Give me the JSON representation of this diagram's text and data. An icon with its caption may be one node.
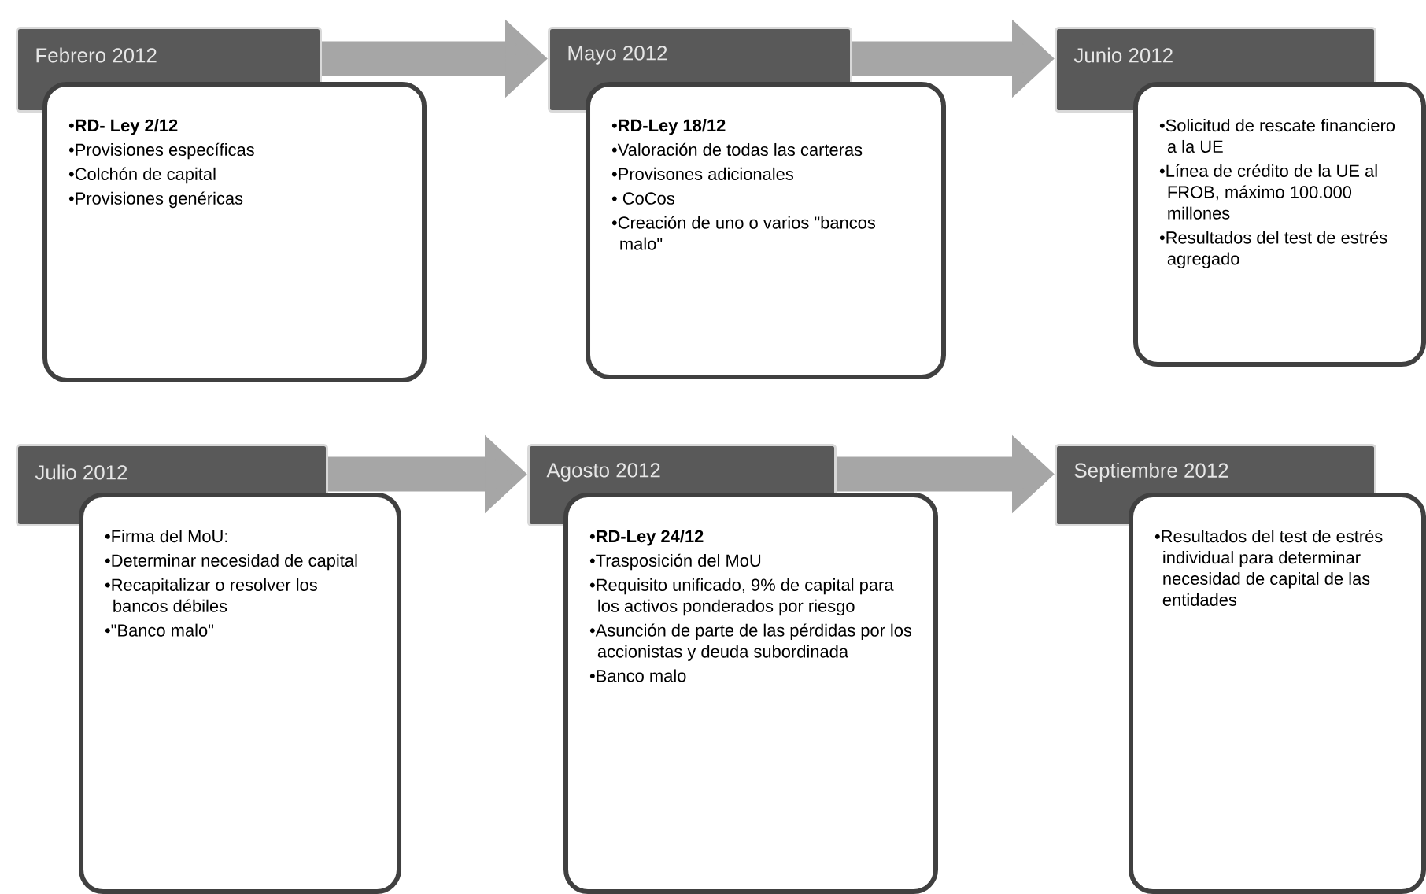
{
  "diagram": {
    "nodes": [
      {
        "text": [
          "Febrero 2012"
        ]
      },
      {
        "text": [
          "•**RD- Ley 2/12**",
          "•Provisiones específicas",
          "•Colchón de capital",
          "•Provisiones genéricas"
        ]
      },
      {
        "text": [
          "Mayo 2012"
        ]
      },
      {
        "text": [
          "•**RD-Ley 18/12**",
          "•Valoración de todas las carteras",
          "•Provisones adicionales",
          "• CoCos",
          "•Creación de uno o varios \"bancos malo\""
        ]
      },
      {
        "text": [
          "Junio 2012"
        ]
      },
      {
        "text": [
          "•Solicitud de rescate financiero a la UE",
          "•Línea de crédito de la UE al FROB, máximo 100.000 millones",
          "•Resultados del test de estrés agregado"
        ]
      },
      {
        "text": [
          "Julio 2012"
        ]
      },
      {
        "text": [
          "•Firma del MoU:",
          "•Determinar necesidad de capital",
          "•Recapitalizar o resolver los bancos débiles",
          "•\"Banco malo\""
        ]
      },
      {
        "text": [
          "Agosto 2012"
        ]
      },
      {
        "text": [
          "•**RD-Ley 24/12**",
          "•Trasposición del MoU",
          "•Requisito unificado, 9% de capital para los activos ponderados por riesgo",
          "•Asunción de parte de las pérdidas por los accionistas y deuda subordinada",
          "•Banco malo"
        ]
      },
      {
        "text": [
          "Septiembre 2012"
        ]
      },
      {
        "text": [
          "•Resultados del test de estrés individual para determinar necesidad de capital de las entidades"
        ]
      }
    ],
    "edges": [
      {
        "from": 0,
        "to": 2,
        "arrow": "to"
      },
      {
        "from": 2,
        "to": 4,
        "arrow": "to"
      },
      {
        "from": 6,
        "to": 8,
        "arrow": "to"
      },
      {
        "from": 8,
        "to": 10,
        "arrow": "to"
      }
    ]
  }
}
